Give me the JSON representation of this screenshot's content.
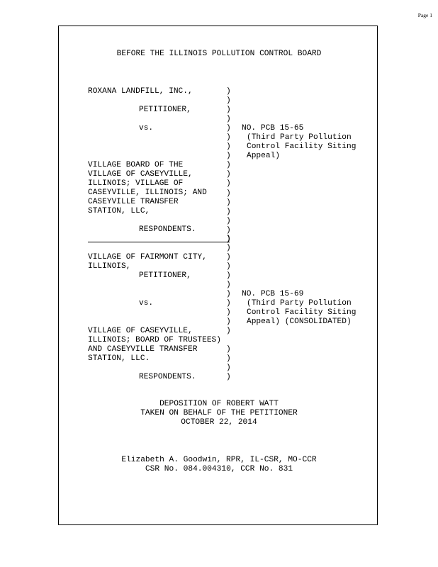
{
  "page_label": "Page 1",
  "board_heading": "BEFORE THE ILLINOIS POLLUTION CONTROL BOARD",
  "case1": {
    "petitioner_name": "ROXANA LANDFILL, INC.,",
    "petitioner_role": "PETITIONER,",
    "vs": "vs.",
    "respondents_lines": [
      "VILLAGE BOARD OF THE",
      "VILLAGE OF CASEYVILLE,",
      "ILLINOIS; VILLAGE OF",
      "CASEYVILLE, ILLINOIS; AND",
      "CASEYVILLE TRANSFER",
      "STATION, LLC,"
    ],
    "respondents_role": "RESPONDENTS.",
    "case_no": "NO. PCB 15-65",
    "case_desc_lines": [
      "(Third Party Pollution",
      "Control Facility Siting",
      "Appeal)"
    ]
  },
  "case2": {
    "petitioner_lines": [
      "VILLAGE OF FAIRMONT CITY,",
      "ILLINOIS,"
    ],
    "petitioner_role": "PETITIONER,",
    "vs": "vs.",
    "respondents_lines": [
      "VILLAGE OF CASEYVILLE,",
      "ILLINOIS; BOARD OF TRUSTEES)",
      "AND CASEYVILLE TRANSFER",
      "STATION, LLC."
    ],
    "respondents_role": "RESPONDENTS.",
    "case_no": "NO. PCB 15-69",
    "case_desc_lines": [
      "(Third Party Pollution",
      "Control Facility Siting",
      "Appeal) (CONSOLIDATED)"
    ]
  },
  "deposition": {
    "line1": "DEPOSITION OF ROBERT WATT",
    "line2": "TAKEN ON BEHALF OF THE PETITIONER",
    "line3": "OCTOBER 22, 2014"
  },
  "reporter": {
    "line1": "Elizabeth A. Goodwin, RPR, IL-CSR, MO-CCR",
    "line2": "CSR No. 084.004310, CCR No. 831"
  }
}
